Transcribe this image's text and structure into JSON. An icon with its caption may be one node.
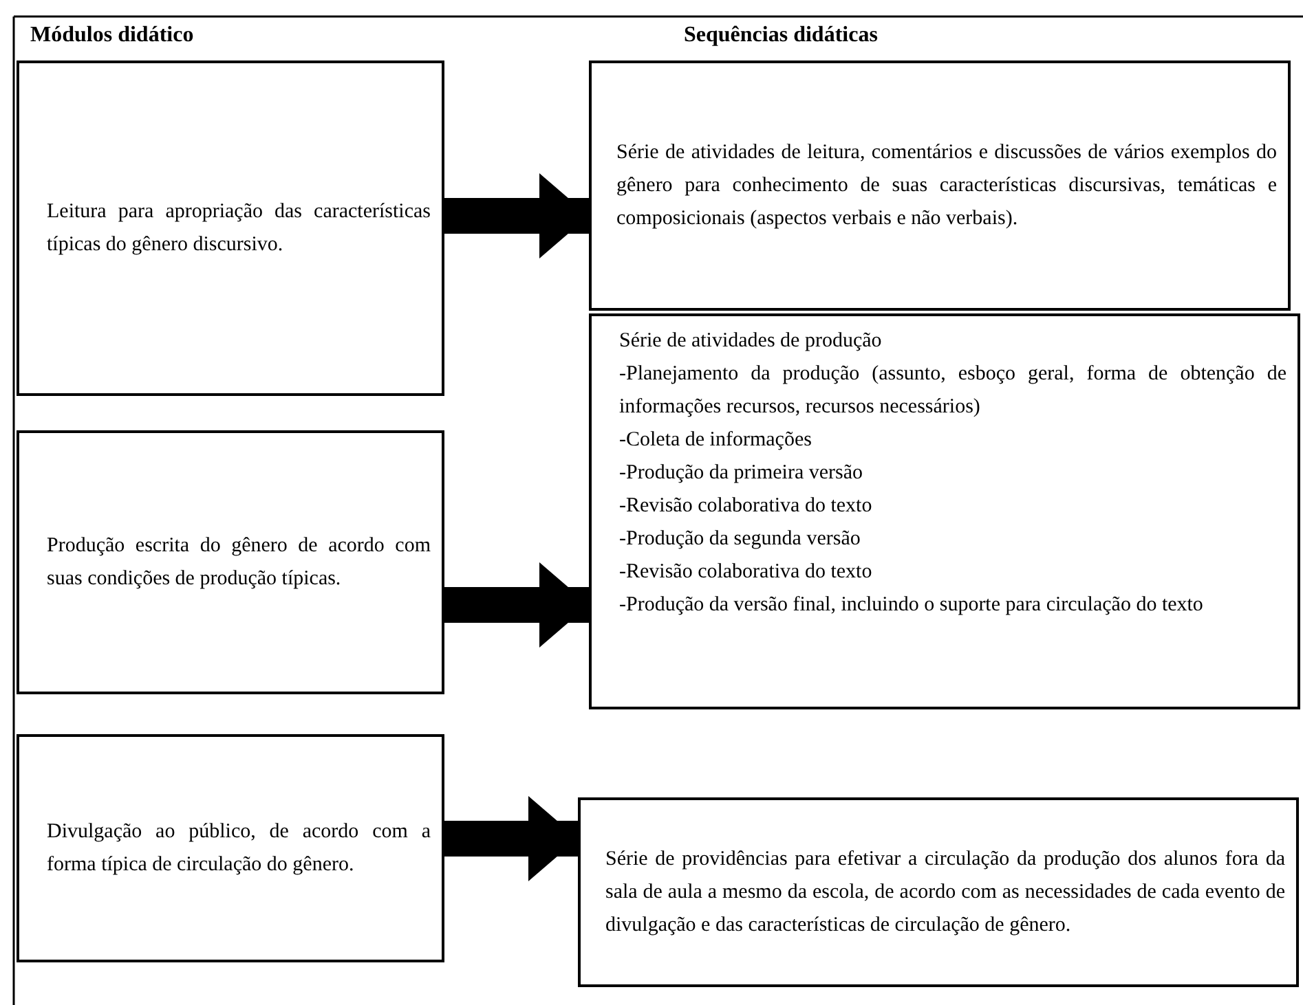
{
  "diagram": {
    "nodes": [
      {
        "text": [
          "Leitura para apropriação das características típicas do gênero discursivo."
        ]
      },
      {
        "text": [
          "Série de atividades de leitura, comentários e discussões de vários exemplos do gênero para conhecimento de suas características discursivas, temáticas e composicionais (aspectos verbais e não verbais)."
        ]
      },
      {
        "text": [
          "Produção escrita do gênero de acordo com suas condições de produção típicas."
        ]
      },
      {
        "text": [
          "Série de atividades de produção",
          "-Planejamento da produção (assunto, esboço geral, forma de obtenção de informações recursos, recursos necessários)",
          "-Coleta de informações",
          "-Produção da primeira versão",
          "-Revisão colaborativa do texto",
          "-Produção da segunda versão",
          "-Revisão colaborativa do texto",
          "-Produção da versão final, incluindo o suporte para circulação do texto"
        ]
      },
      {
        "text": [
          "Divulgação ao público, de acordo com a forma típica de circulação do gênero."
        ]
      },
      {
        "text": [
          "Série de providências para efetivar a circulação da produção dos alunos fora da sala de aula a mesmo da escola, de acordo com as necessidades de cada evento de divulgação e das características de circulação de gênero."
        ]
      }
    ],
    "edges": [
      {
        "from": 0,
        "to": 1,
        "arrow": "to"
      },
      {
        "from": 2,
        "to": 3,
        "arrow": "to"
      },
      {
        "from": 4,
        "to": 5,
        "arrow": "to"
      }
    ],
    "labels": [
      "Módulos didático",
      "Sequências didáticas"
    ]
  }
}
